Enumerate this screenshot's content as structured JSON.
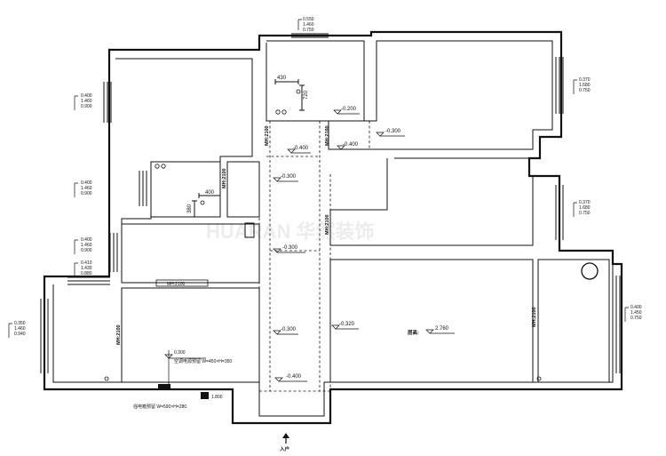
{
  "watermark": "HUARAN 华然装饰",
  "entrance": "入户",
  "ceiling_heights": {
    "top_bath": [
      "0.550",
      "1.460",
      "0.750"
    ],
    "left_bedroom": [
      "0.400",
      "1.460",
      "0.900"
    ],
    "left_small_window": [
      "0.400",
      "1.460",
      "0.900"
    ],
    "left_mid_room": [
      "0.400",
      "1.460",
      "0.900"
    ],
    "left_lower": [
      "0.410",
      "1.430",
      "0.880"
    ],
    "far_left_room": [
      "0.350",
      "1.460",
      "0.940"
    ],
    "right_top_room": [
      "0.370",
      "1.680",
      "0.750"
    ],
    "right_mid_room": [
      "0.370",
      "1.680",
      "0.750"
    ],
    "right_bottom_room": [
      "0.400",
      "1.450",
      "0.750"
    ]
  },
  "dimensions": {
    "bath_width": "430",
    "bath_depth": "720",
    "kitchen_a": "400",
    "kitchen_b": "380"
  },
  "door_labels": {
    "d1": "MH:2100",
    "d2": "MH:2100",
    "d3": "MH:2100",
    "d4": "MH:2100",
    "d5": "MH:2100",
    "d6": "MH:2100",
    "d7": "MH:2100"
  },
  "levels": {
    "l1": "-0.200",
    "l2": "-0.300",
    "l3": "-0.400",
    "l4": "-0.400",
    "l5": "-0.300",
    "l6": "-0.300",
    "l7": "-0.300",
    "l8": "-0.320",
    "l9": "-0.400"
  },
  "floor_height_label": "层高:",
  "floor_height_value": "2.760",
  "ac_notes": {
    "upper_level": "0.300",
    "upper": "空调电源预留 W=450×H=350",
    "lower_level": "1.800",
    "lower": "强电箱预留 W=590×H=280"
  }
}
